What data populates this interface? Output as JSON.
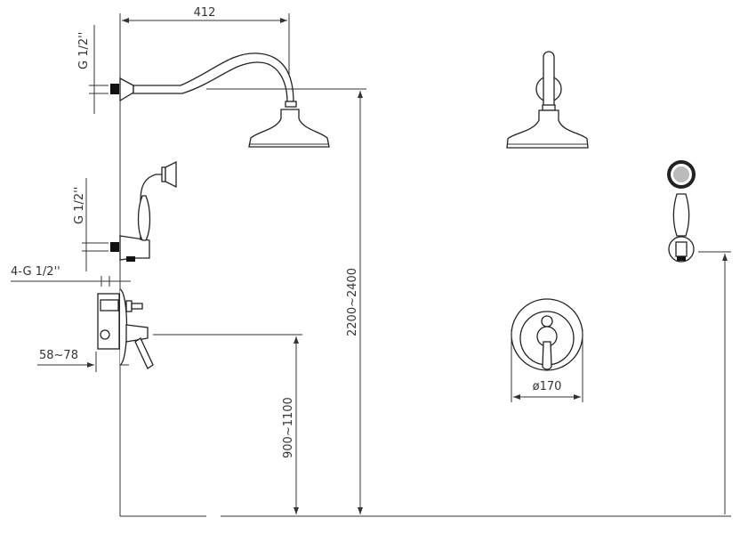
{
  "dimensions": {
    "arm_length": "412",
    "thread_top": "G 1/2''",
    "thread_hand": "G 1/2''",
    "mixer_threads": "4-G 1/2''",
    "wall_depth": "58~78",
    "head_height": "2200~2400",
    "mixer_height": "900~1100",
    "plate_diameter": "ø170"
  }
}
